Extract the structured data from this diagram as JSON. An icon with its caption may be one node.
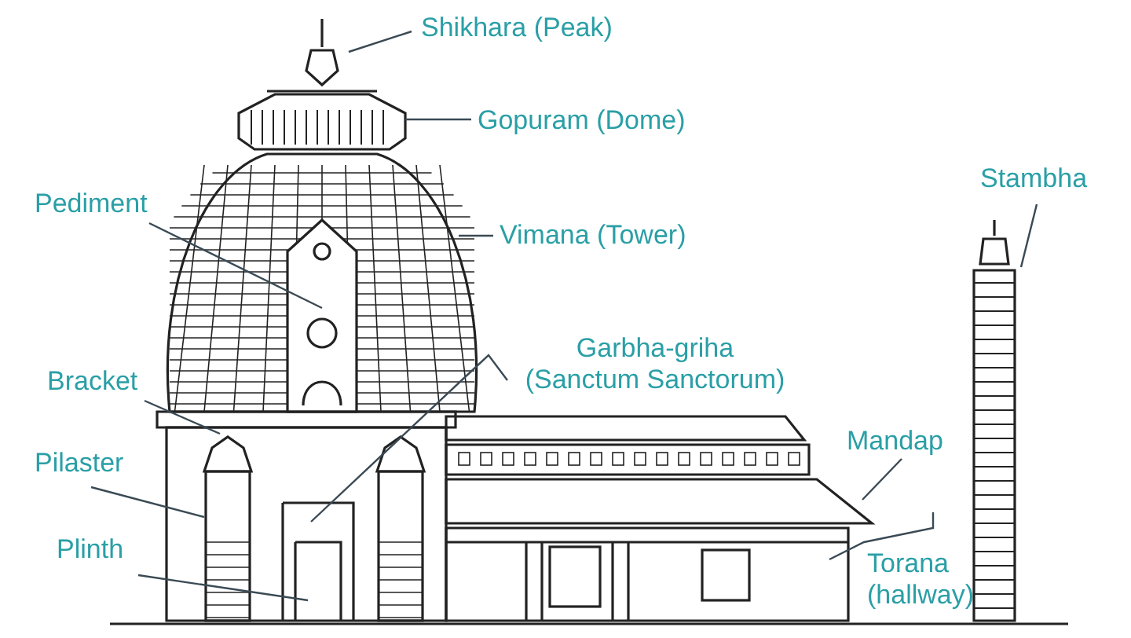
{
  "diagram": {
    "nodes": [
      {
        "text": [
          "Shikhara (Peak)"
        ]
      },
      {
        "text": [
          "Gopuram (Dome)"
        ]
      },
      {
        "text": [
          "Pediment"
        ]
      },
      {
        "text": [
          "Vimana (Tower)"
        ]
      },
      {
        "text": [
          "Stambha"
        ]
      },
      {
        "text": [
          "Garbha-griha (Sanctum Sanctorum)"
        ]
      },
      {
        "text": [
          "Bracket"
        ]
      },
      {
        "text": [
          "Mandap"
        ]
      },
      {
        "text": [
          "Pilaster"
        ]
      },
      {
        "text": [
          "Plinth"
        ]
      },
      {
        "text": [
          "Torana (hallway)"
        ]
      }
    ],
    "edges": [
      {
        "from": 0,
        "to": null,
        "arrow": "none"
      },
      {
        "from": 1,
        "to": null,
        "arrow": "none"
      },
      {
        "from": 2,
        "to": null,
        "arrow": "none"
      },
      {
        "from": 3,
        "to": null,
        "arrow": "none"
      },
      {
        "from": 4,
        "to": null,
        "arrow": "none"
      },
      {
        "from": 5,
        "to": null,
        "arrow": "none"
      },
      {
        "from": 6,
        "to": null,
        "arrow": "none"
      },
      {
        "from": 7,
        "to": null,
        "arrow": "none"
      },
      {
        "from": 8,
        "to": null,
        "arrow": "none"
      },
      {
        "from": 9,
        "to": null,
        "arrow": "none"
      },
      {
        "from": 10,
        "to": null,
        "arrow": "none"
      }
    ]
  }
}
